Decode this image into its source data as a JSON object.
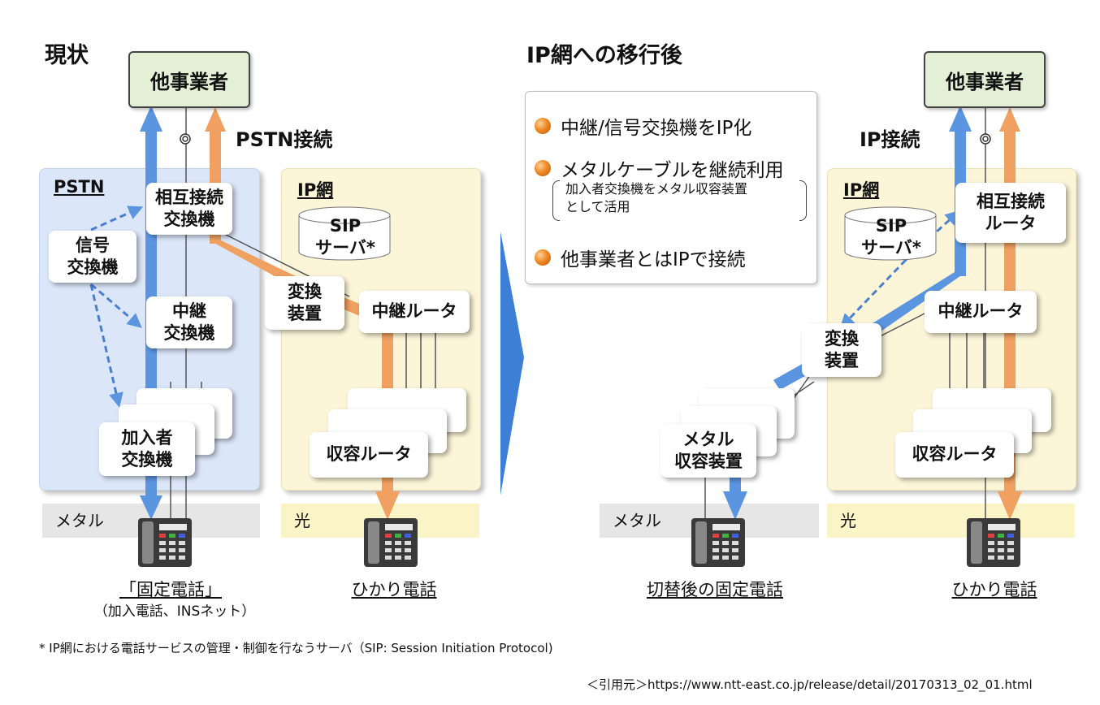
{
  "left": {
    "title": "現状",
    "top_box": "他事業者",
    "connection_label": "PSTN接続",
    "pstn_label": "PSTN",
    "ip_label": "IP網",
    "nodes": {
      "mutual_exchange": "相互接続\n交換機",
      "signal_exchange": "信号\n交換機",
      "relay_exchange": "中継\n交換機",
      "subscriber_exchange": "加入者\n交換機",
      "converter": "変換\n装置",
      "relay_router": "中継ルータ",
      "access_router": "収容ルータ",
      "sip_server": "SIP\nサーバ*"
    },
    "strip_metal": "メタル",
    "strip_optical": "光",
    "phone1_label": "「固定電話」",
    "phone1_sub": "（加入電話、INSネット）",
    "phone2_label": "ひかり電話"
  },
  "right": {
    "title": "IP網への移行後",
    "top_box": "他事業者",
    "connection_label": "IP接続",
    "ip_label": "IP網",
    "nodes": {
      "mutual_router": "相互接続\nルータ",
      "sip_server": "SIP\nサーバ*",
      "relay_router": "中継ルータ",
      "converter": "変換\n装置",
      "metal_access": "メタル\n収容装置",
      "access_router": "収容ルータ"
    },
    "strip_metal": "メタル",
    "strip_optical": "光",
    "phone1_label": "切替後の固定電話",
    "phone2_label": "ひかり電話"
  },
  "bullets": {
    "items": [
      "中継/信号交換機をIP化",
      "メタルケーブルを継続利用",
      "他事業者とはIPで接続"
    ],
    "note": "加入者交換機をメタル収容装置\nとして活用"
  },
  "footnote": "* IP網における電話サービスの管理・制御を行なうサーバ（SIP: Session Initiation Protocol)",
  "citation": "＜引用元＞https://www.ntt-east.co.jp/release/detail/20170313_02_01.html",
  "colors": {
    "blue_arrow": "#5b95e0",
    "orange_arrow": "#f0a060",
    "pstn_bg": "#dbe6f8",
    "ip_bg": "#fdf5d8",
    "top_box_bg": "#e4f0d6"
  }
}
